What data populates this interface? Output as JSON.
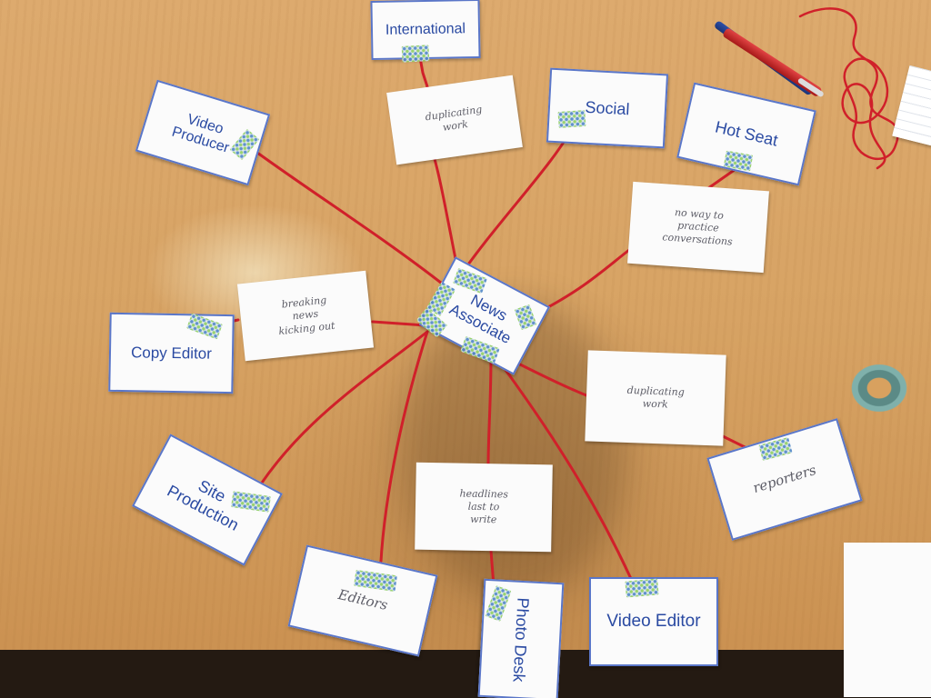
{
  "hub": {
    "label": "News\nAssociate"
  },
  "roles": [
    {
      "id": "international",
      "label": "International"
    },
    {
      "id": "social",
      "label": "Social"
    },
    {
      "id": "hot-seat",
      "label": "Hot Seat"
    },
    {
      "id": "video-producer",
      "label": "Video\nProducer"
    },
    {
      "id": "copy-editor",
      "label": "Copy Editor"
    },
    {
      "id": "site-production",
      "label": "Site\nProduction"
    },
    {
      "id": "photo-desk",
      "label": "Photo Desk"
    },
    {
      "id": "video-editor",
      "label": "Video Editor"
    }
  ],
  "notes": [
    {
      "id": "duplicating-1",
      "text": "duplicating\nwork"
    },
    {
      "id": "practice",
      "text": "no way to\npractice\nconversations"
    },
    {
      "id": "breaking",
      "text": "breaking\nnews\nkicking out"
    },
    {
      "id": "duplicating-2",
      "text": "duplicating\nwork"
    },
    {
      "id": "headlines",
      "text": "headlines\nlast to\nwrite"
    },
    {
      "id": "editors",
      "text": "Editors"
    },
    {
      "id": "reporters",
      "text": "reporters"
    }
  ],
  "colors": {
    "yarn": "#d0202a",
    "table": "#d7a364",
    "card": "#fbfbfb",
    "ink": "#2a4aa2",
    "border": "#5a76c8"
  }
}
